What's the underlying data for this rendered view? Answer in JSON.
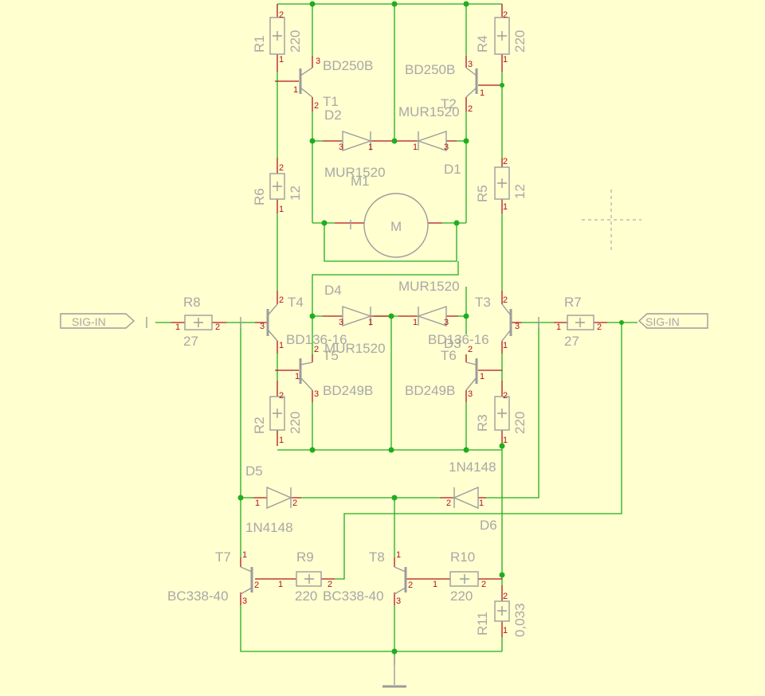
{
  "diagram": {
    "resistors": [
      {
        "name": "R1",
        "value": "220"
      },
      {
        "name": "R4",
        "value": "220"
      },
      {
        "name": "R6",
        "value": "12"
      },
      {
        "name": "R5",
        "value": "12"
      },
      {
        "name": "R8",
        "value": "27"
      },
      {
        "name": "R7",
        "value": "27"
      },
      {
        "name": "R2",
        "value": "220"
      },
      {
        "name": "R3",
        "value": "220"
      },
      {
        "name": "R9",
        "value": "220"
      },
      {
        "name": "R10",
        "value": "220"
      },
      {
        "name": "R11",
        "value": "0,033"
      }
    ],
    "transistors": [
      {
        "name": "T1",
        "type": "BD250B"
      },
      {
        "name": "T2",
        "type": "BD250B"
      },
      {
        "name": "T3",
        "type": "BD136-16"
      },
      {
        "name": "T4",
        "type": "BD136-16"
      },
      {
        "name": "T5",
        "type": "BD249B"
      },
      {
        "name": "T6",
        "type": "BD249B"
      },
      {
        "name": "T7",
        "type": "BC338-40"
      },
      {
        "name": "T8",
        "type": "BC338-40"
      }
    ],
    "diodes": [
      {
        "name": "D1",
        "type": "MUR1520"
      },
      {
        "name": "D2",
        "type": "MUR1520"
      },
      {
        "name": "D3",
        "type": "MUR1520"
      },
      {
        "name": "D4",
        "type": "MUR1520"
      },
      {
        "name": "D5",
        "type": "1N4148"
      },
      {
        "name": "D6",
        "type": "1N4148"
      }
    ],
    "motor": {
      "name": "M1",
      "symbol": "M"
    },
    "ports": [
      {
        "label": "SIG-IN"
      },
      {
        "label": "SIG-IN"
      }
    ],
    "pin_numbers": {
      "one": "1",
      "two": "2",
      "three": "3"
    },
    "colors": {
      "background": "#ffffd0",
      "wire": "#1fae1f",
      "pin": "#b0141e",
      "symbol": "#9c9c9c",
      "label": "#a8a8a8"
    }
  }
}
